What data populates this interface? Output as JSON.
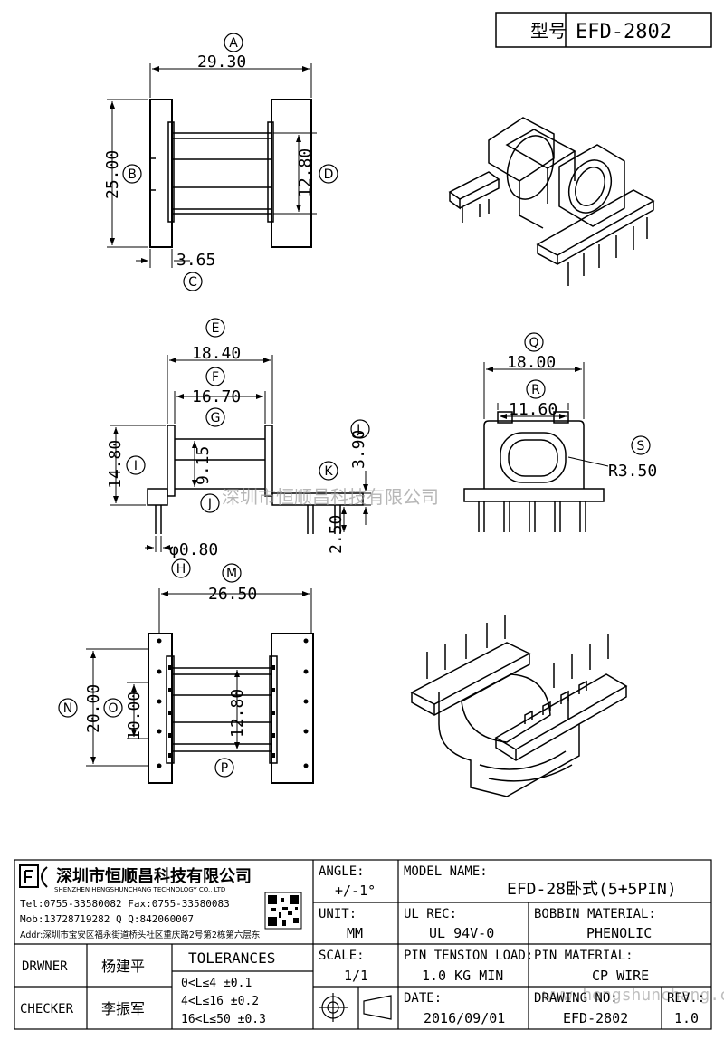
{
  "header": {
    "model_label": "型号",
    "model_value": "EFD-2802"
  },
  "dims": {
    "A": "29.30",
    "B": "25.00",
    "C": "3.65",
    "D": "12.80",
    "E": "18.40",
    "F": "16.70",
    "G": "9.15",
    "H": "φ0.80",
    "I": "14.80",
    "J": "",
    "K": "2.50",
    "L": "3.90",
    "M": "26.50",
    "N": "20.00",
    "O": "10.00",
    "P": "12.80",
    "Q": "18.00",
    "R": "11.60",
    "S": "R3.50"
  },
  "letters": [
    "A",
    "B",
    "C",
    "D",
    "E",
    "F",
    "G",
    "H",
    "I",
    "J",
    "K",
    "L",
    "M",
    "N",
    "O",
    "P",
    "Q",
    "R",
    "S"
  ],
  "watermark": "深圳市恒顺昌科技有限公司",
  "watermark2": "www.hengshunchang.com",
  "title_block": {
    "company_cn": "深圳市恒顺昌科技有限公司",
    "company_en": "SHENZHEN HENGSHUNCHANG TECHNOLOGY CO., LTD",
    "tel": "Tel:0755-33580082 Fax:0755-33580083",
    "mob": "Mob:13728719282    Q Q:842060007",
    "addr": "Addr:深圳市宝安区福永街道桥头社区重庆路2号第2栋第六层东",
    "angle_label": "ANGLE:",
    "angle_value": "+/-1°",
    "unit_label": "UNIT:",
    "unit_value": "MM",
    "scale_label": "SCALE:",
    "scale_value": "1/1",
    "model_name_label": "MODEL NAME:",
    "model_name_value": "EFD-28卧式(5+5PIN)",
    "ul_label": "UL REC:",
    "ul_value": "UL 94V-0",
    "bobbin_label": "BOBBIN MATERIAL:",
    "bobbin_value": "PHENOLIC",
    "pin_tension_label": "PIN TENSION LOAD:",
    "pin_tension_value": "1.0 KG MIN",
    "pin_material_label": "PIN MATERIAL:",
    "pin_material_value": "CP WIRE",
    "date_label": "DATE:",
    "date_value": "2016/09/01",
    "drawing_no_label": "DRAWING NO:",
    "drawing_no_value": "EFD-2802",
    "rev_label": "REV.:",
    "rev_value": "1.0",
    "drawer_label": "DRWNER",
    "drawer_value": "杨建平",
    "checker_label": "CHECKER",
    "checker_value": "李振军",
    "tolerances_title": "TOLERANCES",
    "tol1": "0<L≤4    ±0.1",
    "tol2": "4<L≤16   ±0.2",
    "tol3": "16<L≤50  ±0.3"
  }
}
